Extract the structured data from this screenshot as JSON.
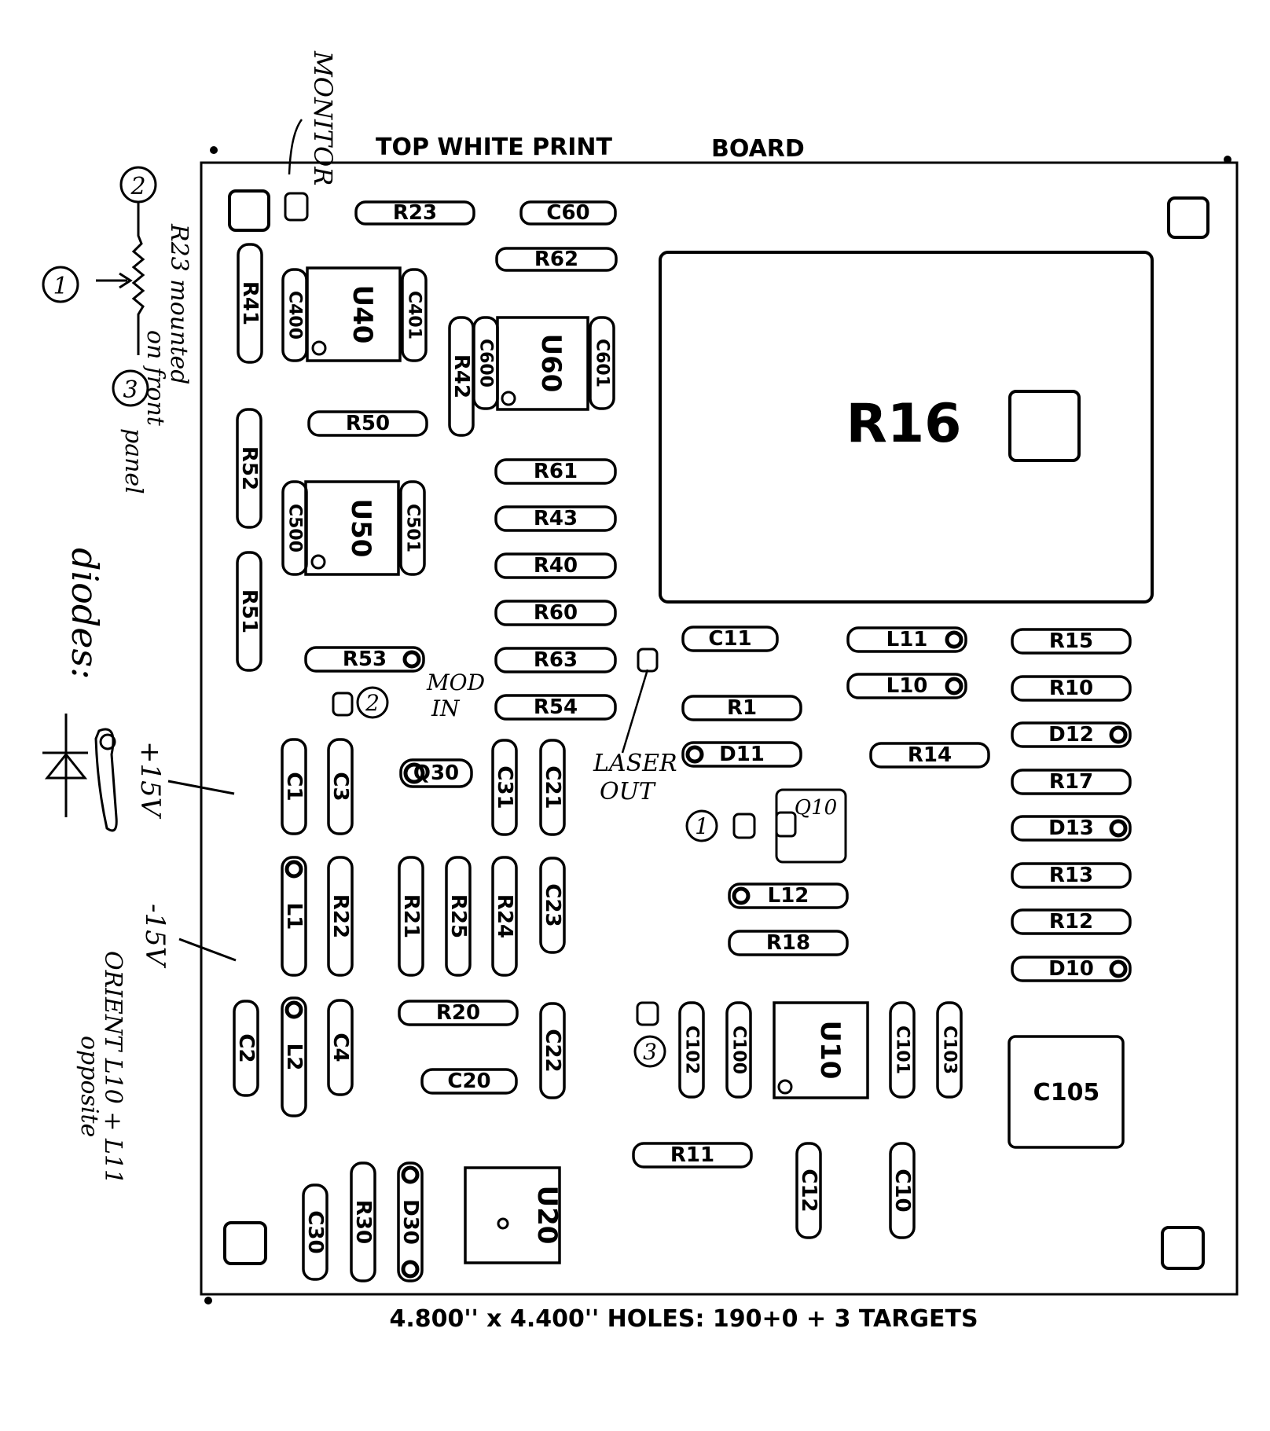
{
  "header": {
    "title_left": "TOP WHITE PRINT",
    "title_right": "BOARD"
  },
  "footer": {
    "caption": "4.800'' x 4.400'' HOLES: 190+0 + 3 TARGETS"
  },
  "board": {
    "big_label": "R16",
    "c105_label": "C105"
  },
  "components": {
    "R23": "R23",
    "C60": "C60",
    "R62": "R62",
    "R41": "R41",
    "C400": "C400",
    "U40": "U40",
    "C401": "C401",
    "R42": "R42",
    "C600": "C600",
    "U60": "U60",
    "C601": "C601",
    "R50": "R50",
    "R52": "R52",
    "C500": "C500",
    "U50": "U50",
    "C501": "C501",
    "R61": "R61",
    "R43": "R43",
    "R40": "R40",
    "R60": "R60",
    "R63": "R63",
    "R54": "R54",
    "R51": "R51",
    "R53": "R53",
    "C11": "C11",
    "L11": "L11",
    "L10": "L10",
    "R15": "R15",
    "R10": "R10",
    "R1": "R1",
    "D11": "D11",
    "R14": "R14",
    "D12": "D12",
    "R17": "R17",
    "C1": "C1",
    "C3": "C3",
    "Q30": "Q30",
    "C31": "C31",
    "C21": "C21",
    "Q10": "Q10",
    "D13": "D13",
    "L1": "L1",
    "R22": "R22",
    "R21": "R21",
    "R25": "R25",
    "R24": "R24",
    "C23": "C23",
    "L12": "L12",
    "R13": "R13",
    "R18": "R18",
    "R12": "R12",
    "D10": "D10",
    "C2": "C2",
    "L2": "L2",
    "C4": "C4",
    "R20": "R20",
    "C22": "C22",
    "C20": "C20",
    "C102": "C102",
    "C100": "C100",
    "U10": "U10",
    "C101": "C101",
    "C103": "C103",
    "R11": "R11",
    "C12": "C12",
    "C10": "C10",
    "C30": "C30",
    "R30": "R30",
    "D30": "D30",
    "U20": "U20"
  },
  "annotations": {
    "monitor": "MONITOR",
    "r23_note_1": "R23 mounted",
    "r23_note_2": "on front",
    "r23_note_3": "panel",
    "num_1": "1",
    "num_2": "2",
    "num_3": "3",
    "mod_in_1": "MOD",
    "mod_in_2": "IN",
    "laser_out_1": "LASER",
    "laser_out_2": "OUT",
    "plus15v": "+15V",
    "minus15v": "-15V",
    "diodes": "diodes:",
    "orient_1": "ORIENT L10 + L11",
    "orient_2": "opposite"
  }
}
